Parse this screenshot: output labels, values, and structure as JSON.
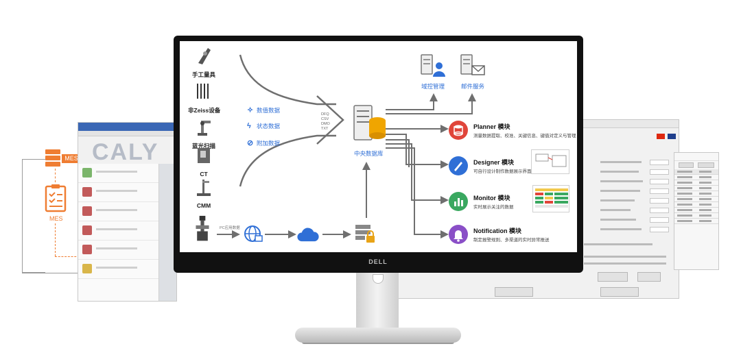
{
  "side": {
    "mes_badge_label": "MES",
    "mes_label": "MES"
  },
  "background_windows": {
    "calypso_logo": "CALY"
  },
  "devices": [
    {
      "label": "手工量具",
      "icon": "caliper-icon"
    },
    {
      "label": "非Zeiss设备",
      "icon": "gauge-bars-icon"
    },
    {
      "label": "蓝光扫描",
      "icon": "robot-arm-icon"
    },
    {
      "label": "CT",
      "icon": "ct-scanner-icon"
    },
    {
      "label": "CMM",
      "icon": "cmm-machine-icon"
    }
  ],
  "streams": [
    {
      "label": "数值数据",
      "icon": "sparkle-icon"
    },
    {
      "label": "状态数据",
      "icon": "lightning-icon"
    },
    {
      "label": "附加数据",
      "icon": "paperclip-icon"
    }
  ],
  "formats": [
    "DFQ",
    "CSV",
    "DMO",
    "TXT"
  ],
  "bottom_flow_label": "PC应用数据",
  "central": {
    "label": "中央数据库",
    "domain_label": "域控管理",
    "mail_label": "邮件服务"
  },
  "modules": [
    {
      "name": "Planner 模块",
      "desc": "测量数据提取、校准、关键信息、键值对定义与管理",
      "color": "#e0453a",
      "icon": "cylinder-icon"
    },
    {
      "name": "Designer 模块",
      "desc": "可自行设计制作数据展示界面",
      "color": "#2f6fd6",
      "icon": "pen-icon"
    },
    {
      "name": "Monitor 模块",
      "desc": "实时展示关注的数据",
      "color": "#3aa860",
      "icon": "bar-chart-icon"
    },
    {
      "name": "Notification 模块",
      "desc": "制定报警规则、多渠道的实时异常推送",
      "color": "#8a4fc7",
      "icon": "bell-icon"
    }
  ],
  "monitor_brand": "DELL",
  "colors": {
    "accent_orange": "#ef7d32",
    "flow_grey": "#6f6f6f",
    "text_blue": "#2f6fd6"
  }
}
